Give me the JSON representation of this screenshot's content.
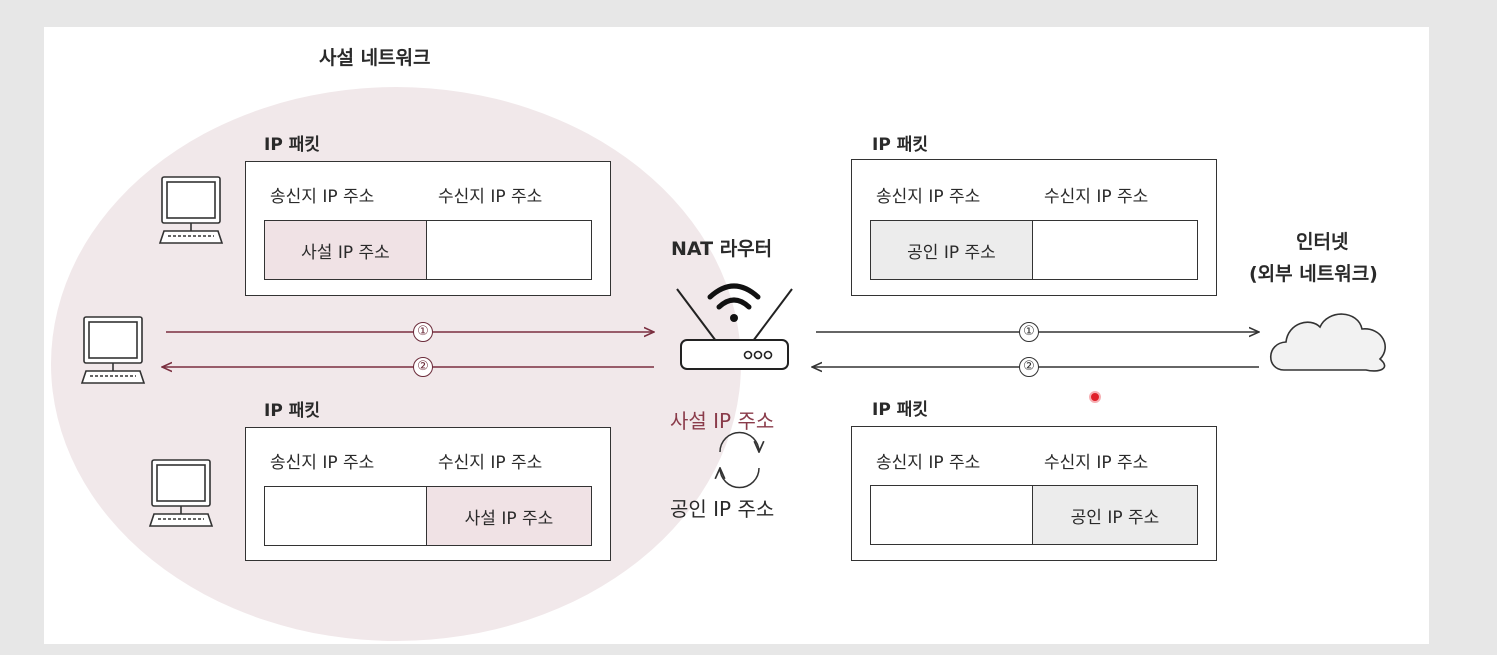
{
  "private_network_label": "사설 네트워크",
  "internet_label": {
    "line1": "인터넷",
    "line2": "(외부 네트워크)"
  },
  "router": {
    "label": "NAT 라우터"
  },
  "translation": {
    "from": "사설 IP 주소",
    "to": "공인 IP 주소"
  },
  "packets": {
    "private_outgoing": {
      "title": "IP 패킷",
      "headers": [
        "송신지 IP 주소",
        "수신지 IP 주소"
      ],
      "cells": [
        "사설 IP 주소",
        ""
      ]
    },
    "public_outgoing": {
      "title": "IP 패킷",
      "headers": [
        "송신지 IP 주소",
        "수신지 IP 주소"
      ],
      "cells": [
        "공인 IP 주소",
        ""
      ]
    },
    "private_incoming": {
      "title": "IP 패킷",
      "headers": [
        "송신지 IP 주소",
        "수신지 IP 주소"
      ],
      "cells": [
        "",
        "사설 IP 주소"
      ]
    },
    "public_incoming": {
      "title": "IP 패킷",
      "headers": [
        "송신지 IP 주소",
        "수신지 IP 주소"
      ],
      "cells": [
        "",
        "공인 IP 주소"
      ]
    }
  },
  "arrows": {
    "step1": "①",
    "step2": "②"
  },
  "colors": {
    "private_zone": "#f1e8ea",
    "private_cell": "#f0e2e5",
    "public_cell": "#ececec",
    "private_arrow": "#7a2e3f",
    "public_arrow": "#333333",
    "cursor_dot": "#e0202a"
  }
}
